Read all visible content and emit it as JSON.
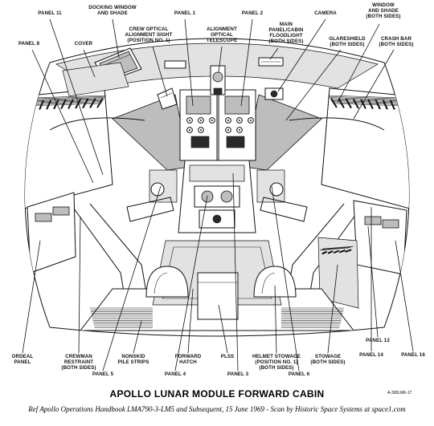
{
  "diagram": {
    "title": "APOLLO LUNAR MODULE FORWARD CABIN",
    "figure_code": "A-300LM6-17",
    "caption": "Ref Apollo Operations Handbook LMA790-3-LM5 and Subsequent, 15 June 1969 - Scan by Historic Space Systems at space1.com",
    "callouts_top": [
      {
        "id": "panel-11",
        "lines": [
          "PANEL 11"
        ]
      },
      {
        "id": "docking-window",
        "lines": [
          "DOCKING WINDOW",
          "AND SHADE"
        ]
      },
      {
        "id": "panel-1",
        "lines": [
          "PANEL 1"
        ]
      },
      {
        "id": "panel-2",
        "lines": [
          "PANEL 2"
        ]
      },
      {
        "id": "camera",
        "lines": [
          "CAMERA"
        ]
      },
      {
        "id": "window-shade",
        "lines": [
          "WINDOW",
          "AND SHADE",
          "(BOTH SIDES)"
        ]
      },
      {
        "id": "panel-8",
        "lines": [
          "PANEL 8"
        ]
      },
      {
        "id": "cover",
        "lines": [
          "COVER"
        ]
      },
      {
        "id": "crew-optical-sight",
        "lines": [
          "CREW OPTICAL",
          "ALIGNMENT SIGHT",
          "(POSITION NO. 1)"
        ]
      },
      {
        "id": "alignment-telescope",
        "lines": [
          "ALIGNMENT",
          "OPTICAL",
          "TELESCOPE"
        ]
      },
      {
        "id": "floodlight",
        "lines": [
          "MAIN",
          "PANEL/CABIN",
          "FLOODLIGHT",
          "(BOTH SIDES)"
        ]
      },
      {
        "id": "glareshield",
        "lines": [
          "GLARESHIELD",
          "(BOTH SIDES)"
        ]
      },
      {
        "id": "crash-bar",
        "lines": [
          "CRASH BAR",
          "(BOTH SIDES)"
        ]
      }
    ],
    "callouts_bottom": [
      {
        "id": "ordeal-panel",
        "lines": [
          "ORDEAL",
          "PANEL"
        ]
      },
      {
        "id": "crewman-restraint",
        "lines": [
          "CREWMAN",
          "RESTRAINT",
          "(BOTH SIDES)"
        ]
      },
      {
        "id": "nonskid-strips",
        "lines": [
          "NONSKID",
          "PILE STRIPS"
        ]
      },
      {
        "id": "forward-hatch",
        "lines": [
          "FORWARD",
          "HATCH"
        ]
      },
      {
        "id": "plss",
        "lines": [
          "PLSS"
        ]
      },
      {
        "id": "helmet-stowage",
        "lines": [
          "HELMET STOWAGE",
          "(POSITION NO. 1)",
          "(BOTH SIDES)"
        ]
      },
      {
        "id": "stowage",
        "lines": [
          "STOWAGE",
          "(BOTH SIDES)"
        ]
      },
      {
        "id": "panel-14",
        "lines": [
          "PANEL 14"
        ]
      },
      {
        "id": "panel-16",
        "lines": [
          "PANEL 16"
        ]
      },
      {
        "id": "panel-12",
        "lines": [
          "PANEL 12"
        ]
      },
      {
        "id": "panel-5",
        "lines": [
          "PANEL 5"
        ]
      },
      {
        "id": "panel-4",
        "lines": [
          "PANEL 4"
        ]
      },
      {
        "id": "panel-3",
        "lines": [
          "PANEL 3"
        ]
      },
      {
        "id": "panel-6",
        "lines": [
          "PANEL 6"
        ]
      }
    ]
  }
}
